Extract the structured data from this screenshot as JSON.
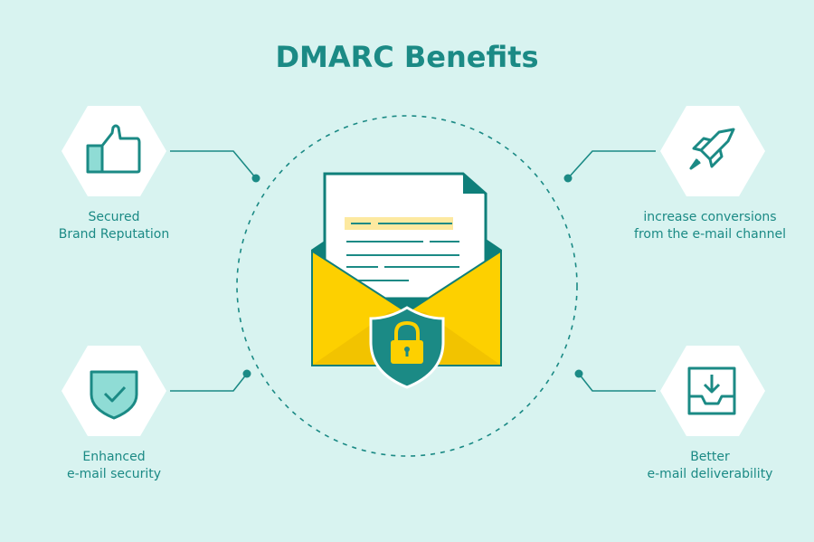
{
  "title": "DMARC Benefits",
  "colors": {
    "background": "#d8f3f0",
    "teal": "#1b8a85",
    "yellow": "#fdd000",
    "white": "#ffffff"
  },
  "benefits": [
    {
      "icon": "thumbs-up-icon",
      "line1": "Secured",
      "line2": "Brand Reputation"
    },
    {
      "icon": "rocket-icon",
      "line1": "increase conversions",
      "line2": "from the e-mail channel"
    },
    {
      "icon": "shield-check-icon",
      "line1": "Enhanced",
      "line2": "e-mail security"
    },
    {
      "icon": "inbox-download-icon",
      "line1": "Better",
      "line2": "e-mail deliverability"
    }
  ],
  "center_icon": "envelope-lock-icon"
}
